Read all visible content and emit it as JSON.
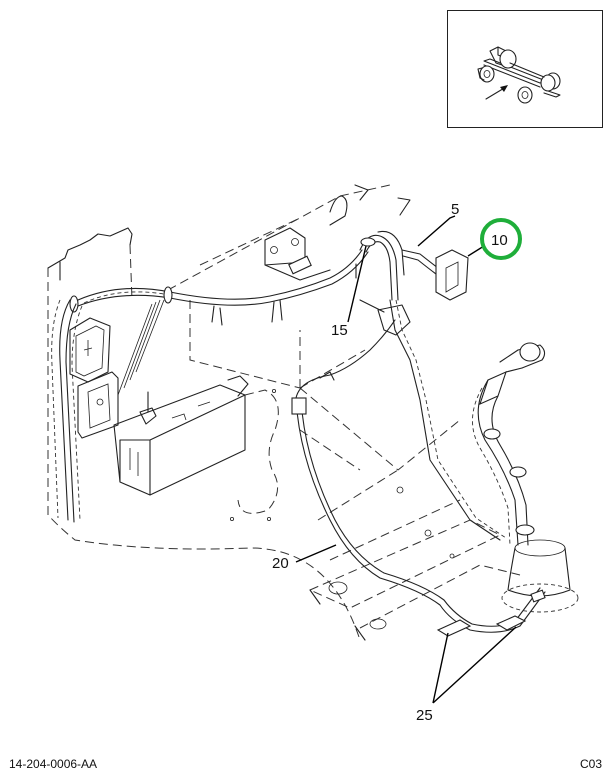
{
  "diagram": {
    "type": "parts-exploded-view",
    "subject": "cab wiring harness with connector, clips and shift lever boot",
    "callouts": [
      {
        "id": "5",
        "label": "5"
      },
      {
        "id": "10",
        "label": "10",
        "highlighted": true
      },
      {
        "id": "15",
        "label": "15"
      },
      {
        "id": "20",
        "label": "20"
      },
      {
        "id": "25",
        "label": "25"
      }
    ],
    "highlight_color": "#1fae3a",
    "inset": {
      "icon": "truck-chassis-locator-icon",
      "arrow": "location-arrow-icon"
    }
  },
  "footer": {
    "drawing_number": "14-204-0006-AA",
    "sheet_code": "C03"
  }
}
